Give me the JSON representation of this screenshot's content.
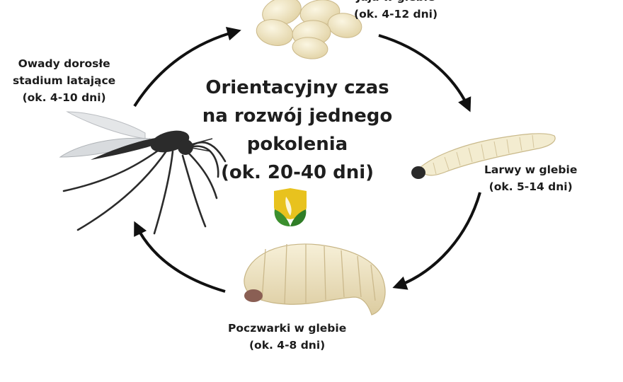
{
  "title": {
    "lines": [
      "Orientacyjny czas",
      "na rozwój jednego",
      "pokolenia",
      "(ok. 20-40 dni)"
    ]
  },
  "stages": {
    "eggs": {
      "line1": "Jaja w glebie",
      "duration": "(ok. 4-12 dni)"
    },
    "larvae": {
      "line1": "Larwy w glebie",
      "duration": "(ok. 5-14 dni)"
    },
    "pupae": {
      "line1": "Poczwarki w glebie",
      "duration": "(ok. 4-8 dni)"
    },
    "adults": {
      "line1": "Owady dorosłe",
      "line2": "stadium latające",
      "duration": "(ok. 4-10 dni)"
    }
  },
  "colors": {
    "arrow": "#111111",
    "insect_body": "#2b2b2b",
    "egg": "#f1e6c4",
    "larva": "#f3ecd0",
    "logo_yellow": "#e8c21e",
    "logo_green": "#3b8f2e"
  }
}
